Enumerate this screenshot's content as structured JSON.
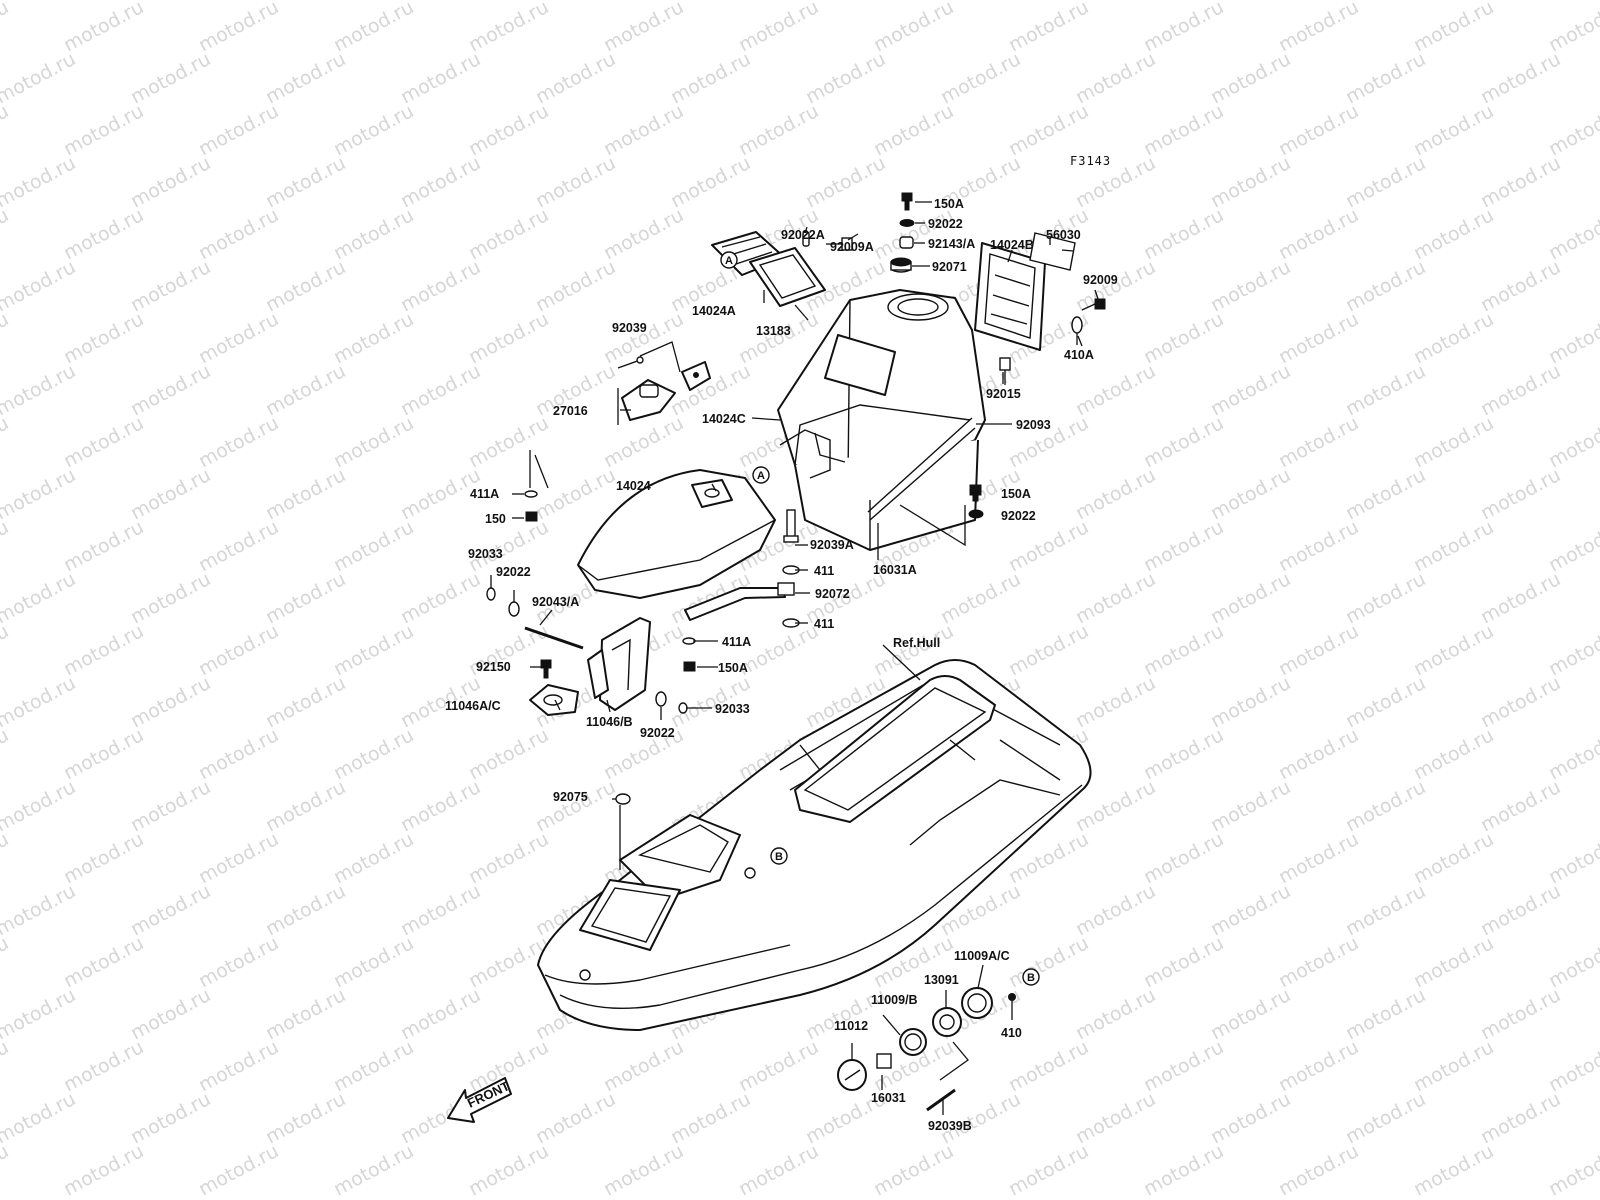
{
  "diagram_code": "F3143",
  "watermark": "motod.ru",
  "front_label": "FRONT",
  "ref_label": "Ref.Hull",
  "parts": {
    "p150A_top": "150A",
    "p92022_top": "92022",
    "p92143A": "92143/A",
    "p92071": "92071",
    "p14024B": "14024B",
    "p56030": "56030",
    "p92009": "92009",
    "p410A": "410A",
    "p92015": "92015",
    "p92093": "92093",
    "p92022A": "92022A",
    "p92009A": "92009A",
    "p14024A": "14024A",
    "p13183": "13183",
    "p92039": "92039",
    "p27016": "27016",
    "p14024C": "14024C",
    "p14024": "14024",
    "p411A_left": "411A",
    "p150_left": "150",
    "p150A_right": "150A",
    "p92022_right": "92022",
    "p16031A": "16031A",
    "p92039A": "92039A",
    "p411_a": "411",
    "p92072": "92072",
    "p411_b": "411",
    "p92033_left": "92033",
    "p92022_left": "92022",
    "p92043A": "92043/A",
    "p411A_mid": "411A",
    "p150A_mid": "150A",
    "p92150": "92150",
    "p11046AC": "11046A/C",
    "p11046B": "11046/B",
    "p92022_bot": "92022",
    "p92033_bot": "92033",
    "p92075": "92075",
    "p11009AC": "11009A/C",
    "p13091": "13091",
    "p11009B": "11009/B",
    "p11012": "11012",
    "p410": "410",
    "p16031": "16031",
    "p92039B": "92039B"
  },
  "callouts": {
    "a": "A",
    "b": "B"
  }
}
